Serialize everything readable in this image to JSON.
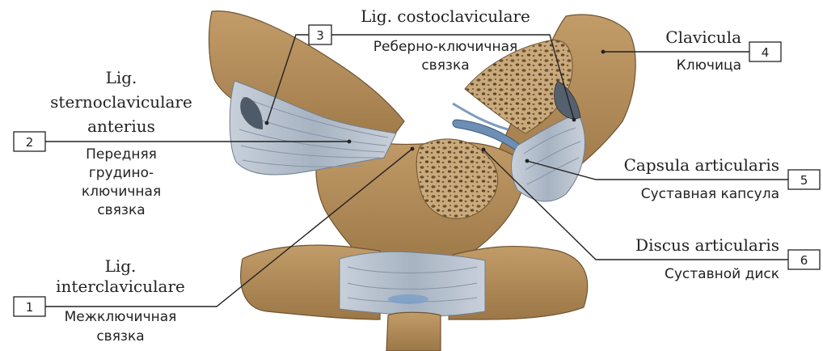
{
  "colors": {
    "bone": "#b18c5c",
    "bone_dark": "#8a6a3f",
    "ligament": "#b9c3cf",
    "ligament_dark": "#7f8da0",
    "marrow": "#c8a87a",
    "disc": "#6d8fb5"
  },
  "labels": [
    {
      "num": "1",
      "latin": [
        "Lig.",
        "interclaviculare"
      ],
      "russian": [
        "Межключичная",
        "связка"
      ]
    },
    {
      "num": "2",
      "latin": [
        "Lig.",
        "sternoclaviculare",
        "anterius"
      ],
      "russian": [
        "Передняя",
        "грудино-",
        "ключичная",
        "связка"
      ]
    },
    {
      "num": "3",
      "latin": [
        "Lig. costoclaviculare"
      ],
      "russian": [
        "Реберно-ключичная",
        "связка"
      ]
    },
    {
      "num": "4",
      "latin": [
        "Clavicula"
      ],
      "russian": [
        "Ключица"
      ]
    },
    {
      "num": "5",
      "latin": [
        "Capsula articularis"
      ],
      "russian": [
        "Суставная капсула"
      ]
    },
    {
      "num": "6",
      "latin": [
        "Discus articularis"
      ],
      "russian": [
        "Суставной диск"
      ]
    }
  ]
}
